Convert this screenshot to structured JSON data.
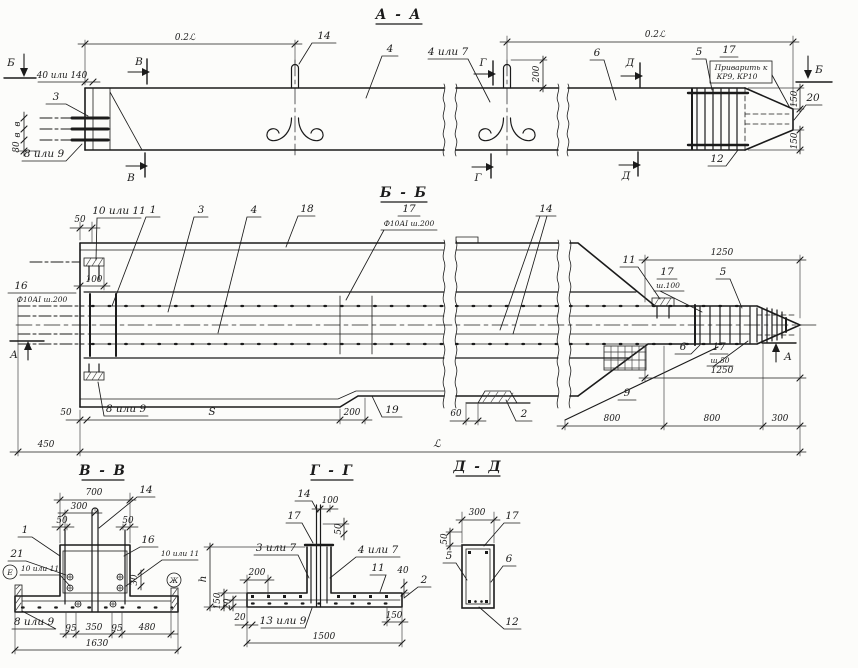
{
  "titles": {
    "aa": "А - А",
    "bb": "Б - Б",
    "vv": "В - В",
    "gg": "Г - Г",
    "dd": "Д - Д"
  },
  "markers": {
    "a": "А",
    "b": "Б",
    "v": "В",
    "g": "Г",
    "d": "Д"
  },
  "aa": {
    "dim_02l": "0.2ℒ",
    "dim_200": "200",
    "dim_150": "150",
    "dim_40_140": "40 или 140",
    "dim_v": "в",
    "dim_80": "80",
    "pos_3": "3",
    "pos_8_9": "8 или 9",
    "pos_14": "14",
    "pos_4": "4",
    "pos_4_7": "4 или 7",
    "pos_6": "6",
    "pos_5": "5",
    "pos_17": "17",
    "pos_20": "20",
    "pos_12": "12",
    "weld_note_1": "Приварить к",
    "weld_note_2": "КР9, КР10"
  },
  "bb": {
    "dim_50": "50",
    "pos_10_11": "10 или 11",
    "pos_1": "1",
    "pos_3": "3",
    "pos_4": "4",
    "pos_18": "18",
    "pos_17": "17",
    "spec_17": "Ф10АI ш.200",
    "pos_14": "14",
    "pos_16": "16",
    "spec_16": "Ф10АI ш.200",
    "dim_100": "100",
    "pos_11": "11",
    "step_100": "ш.100",
    "pos_5": "5",
    "dim_1250": "1250",
    "pos_6": "6",
    "step_50": "ш.50",
    "pos_9": "9",
    "pos_2": "2",
    "dim_60": "60",
    "pos_8_9": "8 или 9",
    "dim_s": "S",
    "dim_200": "200",
    "pos_19": "19",
    "dim_450": "450",
    "dim_l": "ℒ",
    "dim_800": "800",
    "dim_300": "300"
  },
  "vv": {
    "dim_700": "700",
    "dim_300": "300",
    "dim_50": "50",
    "dim_30": "30",
    "pos_14": "14",
    "pos_1": "1",
    "pos_21": "21",
    "pos_16": "16",
    "pos_10_11": "10 или 11",
    "mark_e": "Е",
    "mark_zh": "Ж",
    "pos_8_9": "8 или 9",
    "dim_95": "95",
    "dim_350": "350",
    "dim_480": "480",
    "dim_1630": "1630"
  },
  "gg": {
    "pos_14": "14",
    "pos_17": "17",
    "dim_100": "100",
    "dim_50": "50",
    "pos_3_7": "3 или 7",
    "pos_4_7": "4 или 7",
    "dim_200": "200",
    "pos_11": "11",
    "dim_40": "40",
    "pos_2": "2",
    "dim_150": "150",
    "dim_20": "20",
    "pos_13_9": "13 или 9",
    "dim_1500": "1500",
    "dim_h": "h"
  },
  "dd": {
    "dim_300": "300",
    "dim_50": "50",
    "pos_17": "17",
    "pos_5": "5",
    "pos_6": "6",
    "pos_12": "12"
  }
}
